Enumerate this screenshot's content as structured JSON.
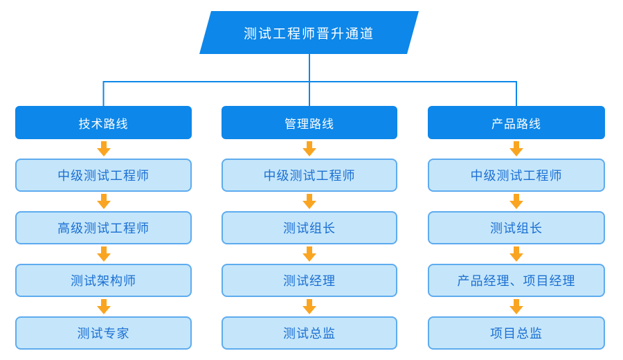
{
  "diagram": {
    "title": "测试工程师晋升通道"
  },
  "columns": [
    {
      "title": "技术路线",
      "steps": [
        "中级测试工程师",
        "高级测试工程师",
        "测试架构师",
        "测试专家"
      ]
    },
    {
      "title": "管理路线",
      "steps": [
        "中级测试工程师",
        "测试组长",
        "测试经理",
        "测试总监"
      ]
    },
    {
      "title": "产品路线",
      "steps": [
        "中级测试工程师",
        "测试组长",
        "产品经理、项目经理",
        "项目总监"
      ]
    }
  ],
  "icons": {
    "down_arrow": "down-arrow"
  },
  "colors": {
    "primary_blue": "#0d87e9",
    "node_fill": "#c5e6fa",
    "node_border": "#5dabef",
    "node_text": "#1b6fd3",
    "arrow_orange": "#f9a522",
    "connector": "#0d87e9",
    "header_text": "#ffffff",
    "background": "#ffffff"
  }
}
